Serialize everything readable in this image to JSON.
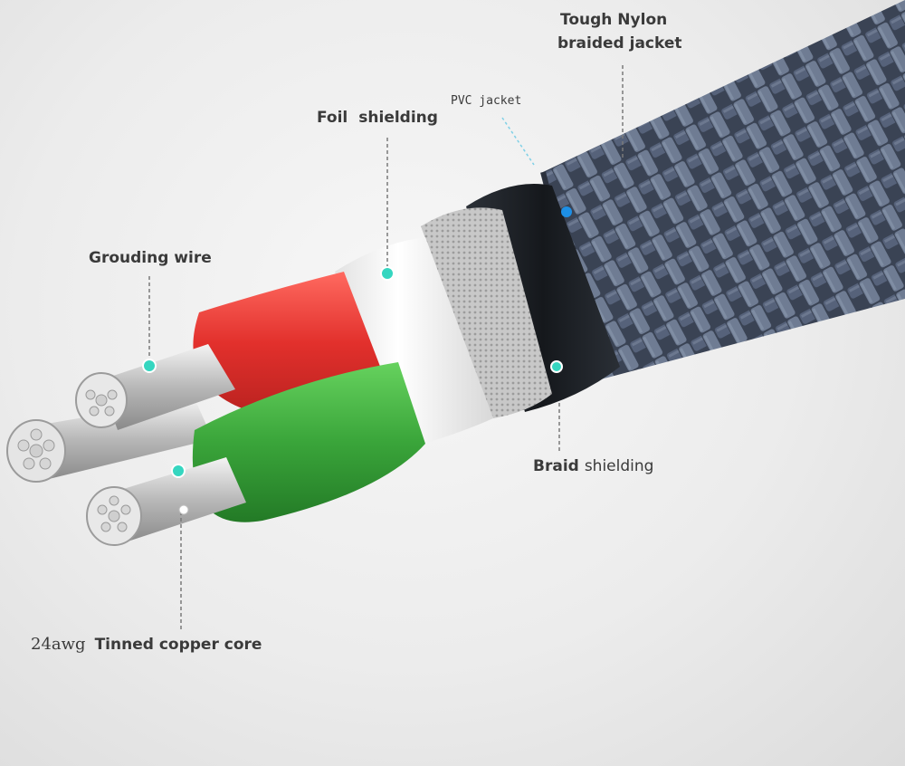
{
  "labels": {
    "tough_nylon_line1": "Tough Nylon",
    "tough_nylon_line2": "braided jacket",
    "pvc_jacket": "PVC jacket",
    "foil_shielding_part1": "Foil",
    "foil_shielding_part2": "shielding",
    "grounding_wire": "Grouding wire",
    "braid_shielding_part1": "Braid",
    "braid_shielding_part2": "shielding",
    "gauge": "24awg",
    "tinned_copper_core": "Tinned copper core"
  },
  "colors": {
    "red_insulation": "#e0302e",
    "green_insulation": "#3aa33a",
    "foil": "#f2f2f2",
    "braid_shield": "#c9c9c9",
    "pvc_jacket": "#1e2228",
    "nylon_braid": "#5e6b80",
    "marker": "#35d6c0",
    "leader_line": "#7a7a7a"
  }
}
